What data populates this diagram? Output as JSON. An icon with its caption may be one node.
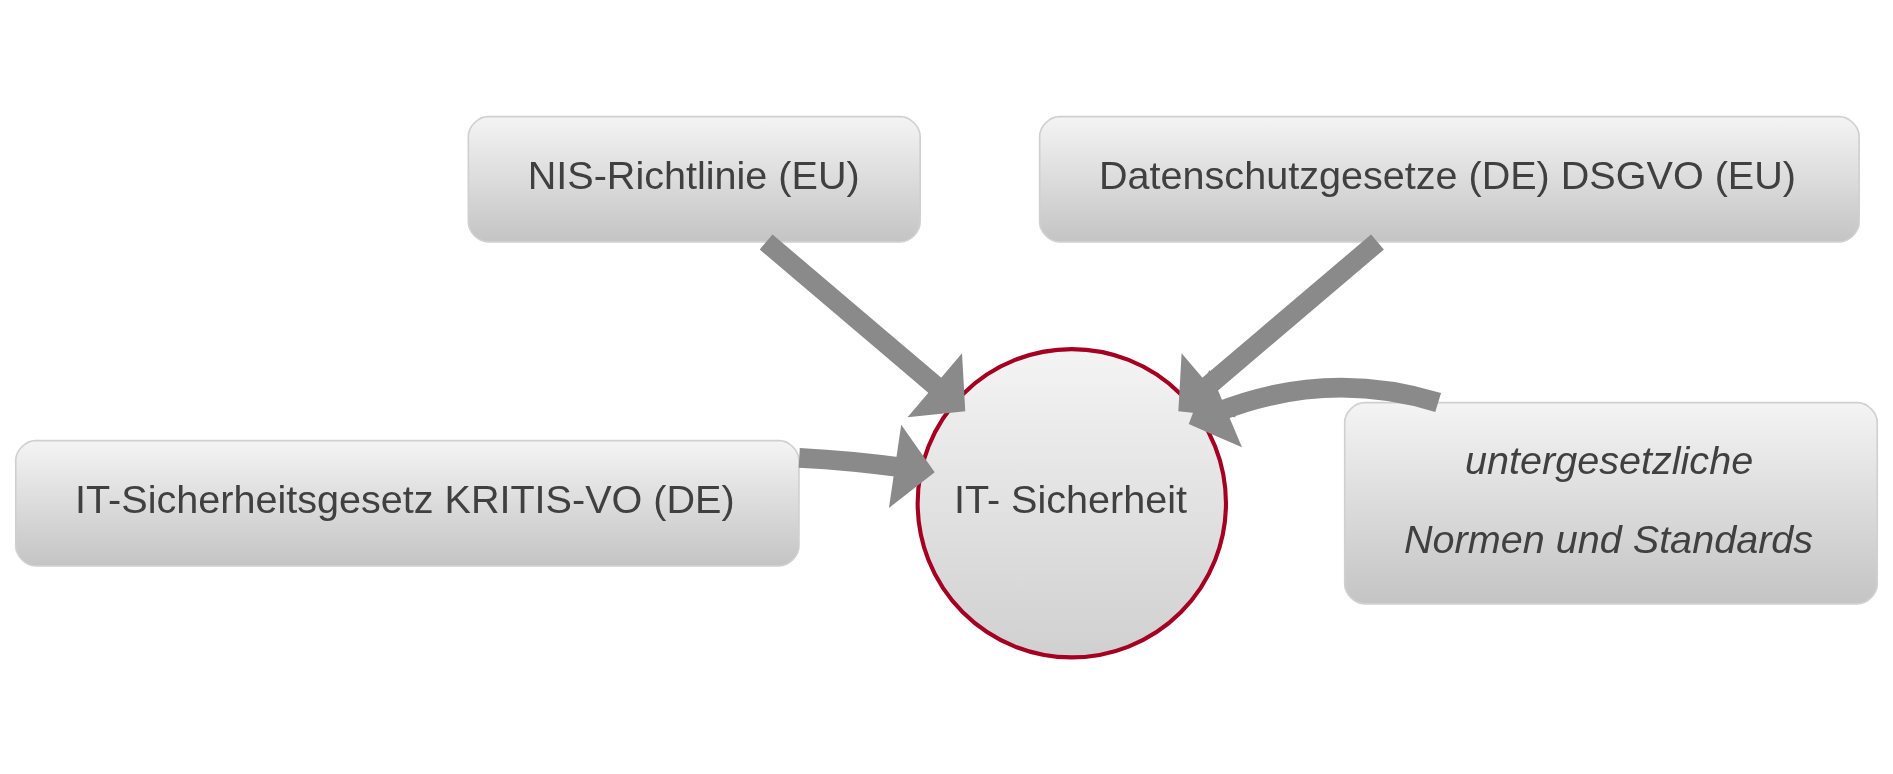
{
  "diagram": {
    "nodes": [
      {
        "text": [
          "NIS-Richtlinie (EU)"
        ]
      },
      {
        "text": [
          "Datenschutzgesetze (DE) DSGVO (EU)"
        ]
      },
      {
        "text": [
          "IT-Sicherheitsgesetz KRITIS-VO (DE)"
        ]
      },
      {
        "text": [
          "IT- Sicherheit"
        ]
      },
      {
        "text": [
          "untergesetzliche",
          "Normen und Standards"
        ]
      }
    ],
    "edges": [
      {
        "from": 0,
        "to": 3,
        "arrow": "to"
      },
      {
        "from": 1,
        "to": 3,
        "arrow": "to"
      },
      {
        "from": 2,
        "to": 3,
        "arrow": "to"
      },
      {
        "from": 4,
        "to": 3,
        "arrow": "to"
      }
    ]
  }
}
